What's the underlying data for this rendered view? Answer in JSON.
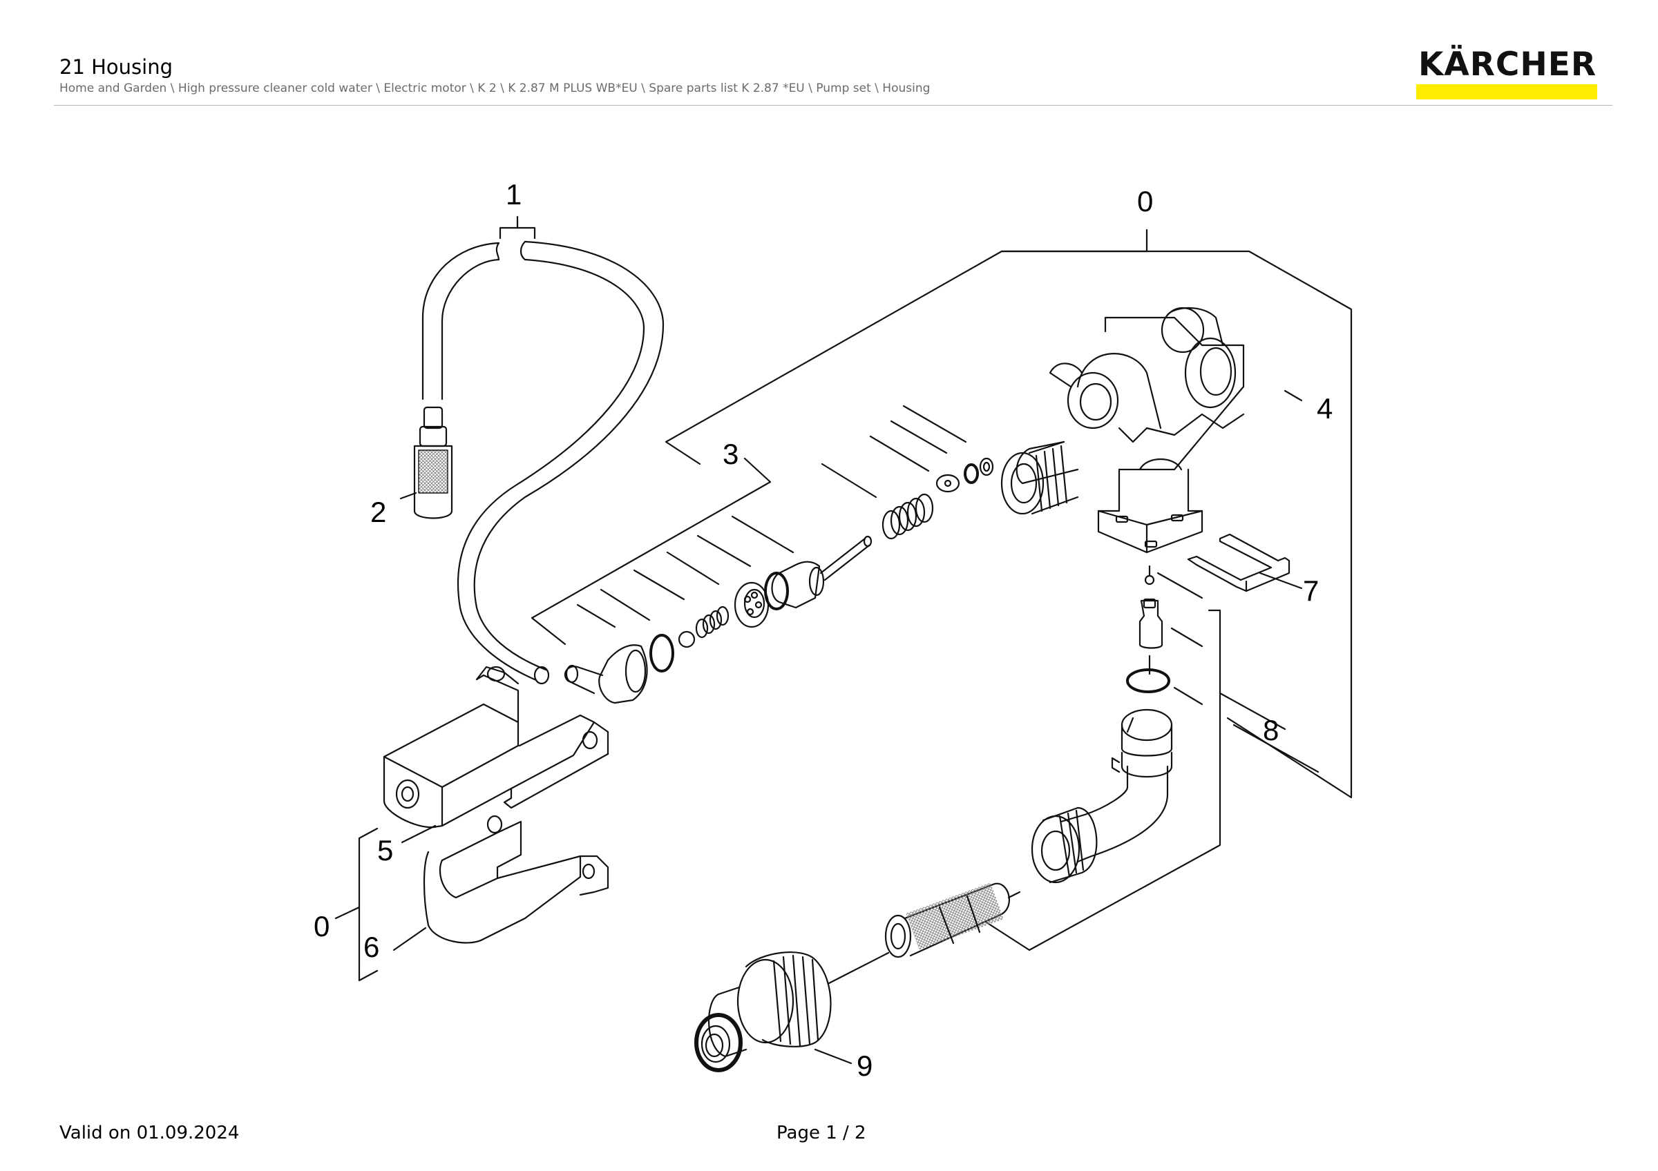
{
  "header": {
    "title": "21 Housing",
    "breadcrumb": "Home and Garden \\ High pressure cleaner cold water \\ Electric motor \\ K 2 \\ K 2.87 M PLUS WB*EU \\ Spare parts list K 2.87 *EU \\ Pump set \\ Housing"
  },
  "logo": {
    "text": "KÄRCHER",
    "bar_color": "#ffed00"
  },
  "diagram": {
    "callouts": {
      "c1": "1",
      "c0_top": "0",
      "c2": "2",
      "c3": "3",
      "c4": "4",
      "c5": "5",
      "c0_left": "0",
      "c6": "6",
      "c7": "7",
      "c8": "8",
      "c9": "9"
    }
  },
  "footer": {
    "valid": "Valid on 01.09.2024",
    "page": "Page 1 / 2"
  }
}
